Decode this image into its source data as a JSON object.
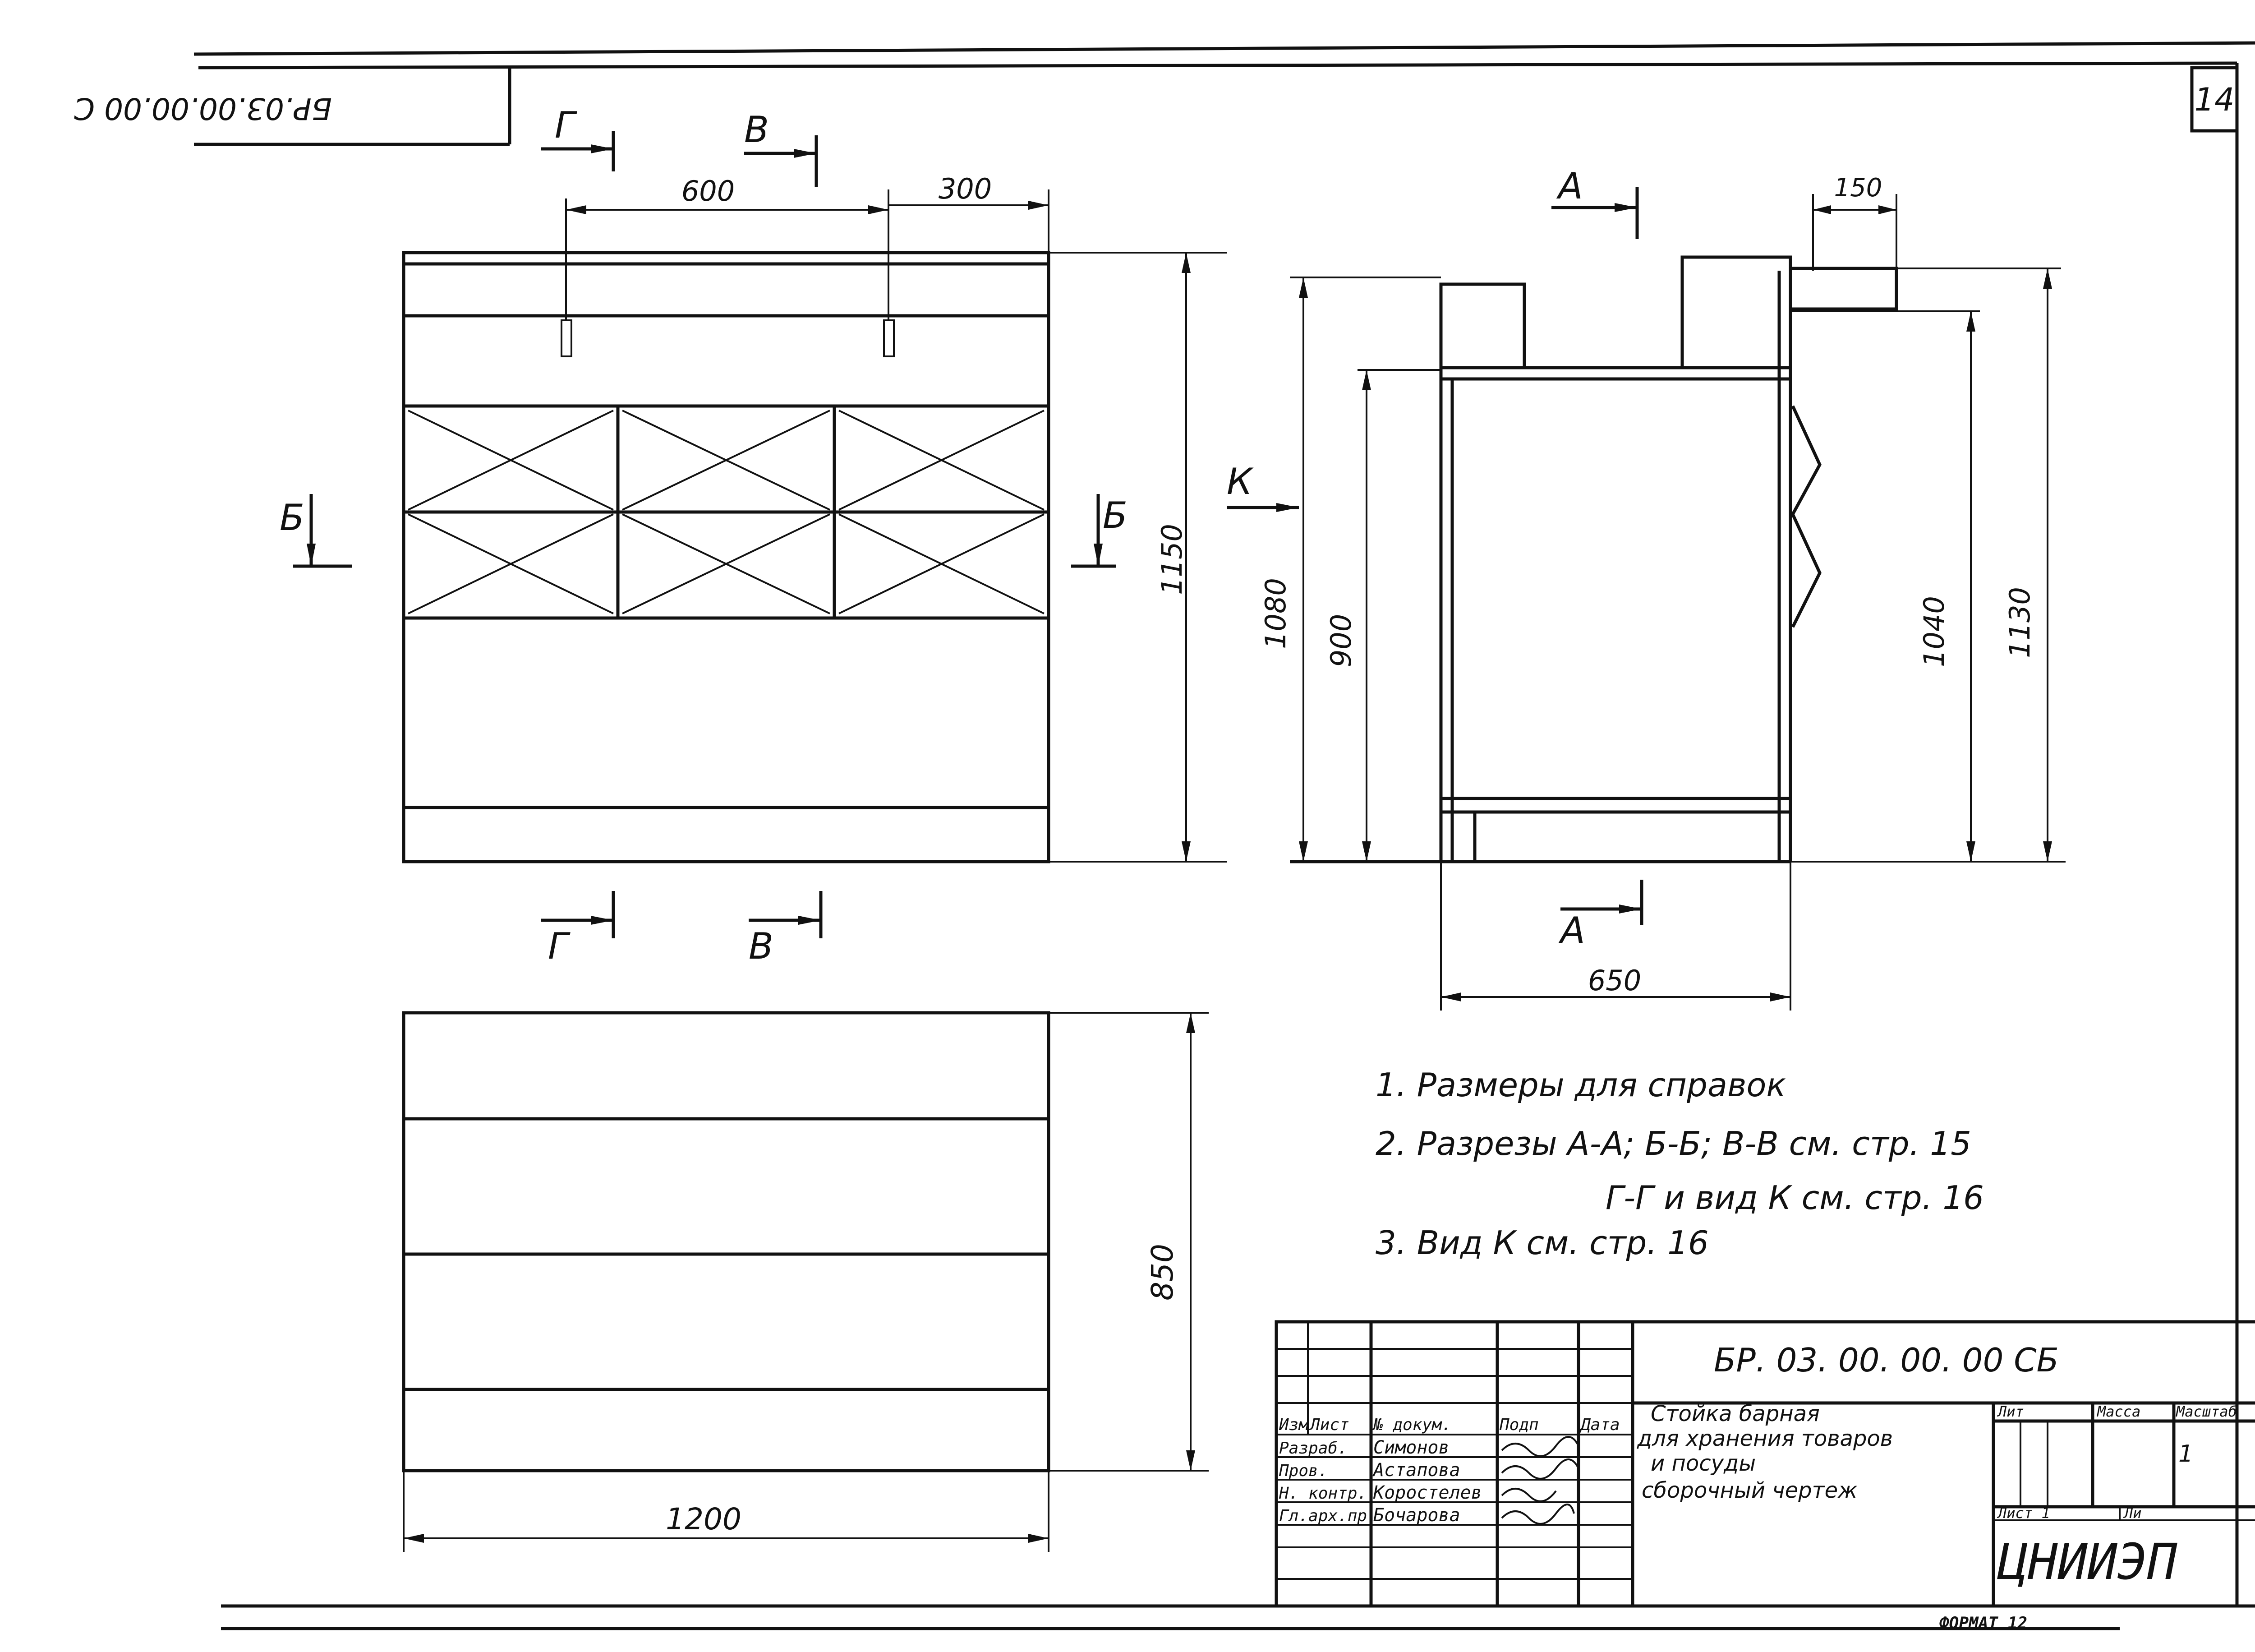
{
  "sheet": {
    "page_number": "14",
    "rotated_code": "БР.03.00.00.00 С",
    "format_label": "ФОРМАТ 12"
  },
  "section_marks": {
    "G": "Г",
    "V": "В",
    "B": "Б",
    "A": "А",
    "K": "К"
  },
  "dimensions": {
    "front_600": "600",
    "front_300": "300",
    "front_height": "1150",
    "side_150": "150",
    "side_1080": "1080",
    "side_900": "900",
    "side_1040": "1040",
    "side_1130": "1130",
    "side_650": "650",
    "plan_850": "850",
    "plan_1200": "1200"
  },
  "notes": [
    "1. Размеры для справок",
    "2. Разрезы  А-А; Б-Б; В-В  см. стр. 15",
    "Г-Г и вид К  см. стр. 16",
    "3. Вид  К см. стр. 16"
  ],
  "title_block": {
    "code": "БР. 03. 00. 00. 00 СБ",
    "title_lines": [
      "Стойка барная",
      "для хранения товаров",
      "и посуды",
      "сборочный чертеж"
    ],
    "col_headers": [
      "Изм",
      "Лист",
      "№ докум.",
      "Подп",
      "Дата"
    ],
    "roles": [
      "Разраб.",
      "Пров.",
      "Н. контр.",
      "Гл.арх.пр."
    ],
    "names": [
      "Симонов",
      "Астапова",
      "Коростелев",
      "Бочарова"
    ],
    "lit": "Лит",
    "mass": "Масса",
    "scale": "Масштаб",
    "scale_value": "1",
    "sheet_label": "Лист 1",
    "sheets_label": "Ли",
    "org": "ЦНИИЭП"
  }
}
